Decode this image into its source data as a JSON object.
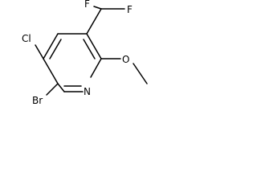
{
  "molecule": {
    "atoms": {
      "chlorine": "Cl",
      "fluorine_top": "F",
      "fluorine_right": "F",
      "nitrogen": "N",
      "bromine": "Br",
      "oxygen": "O"
    }
  }
}
